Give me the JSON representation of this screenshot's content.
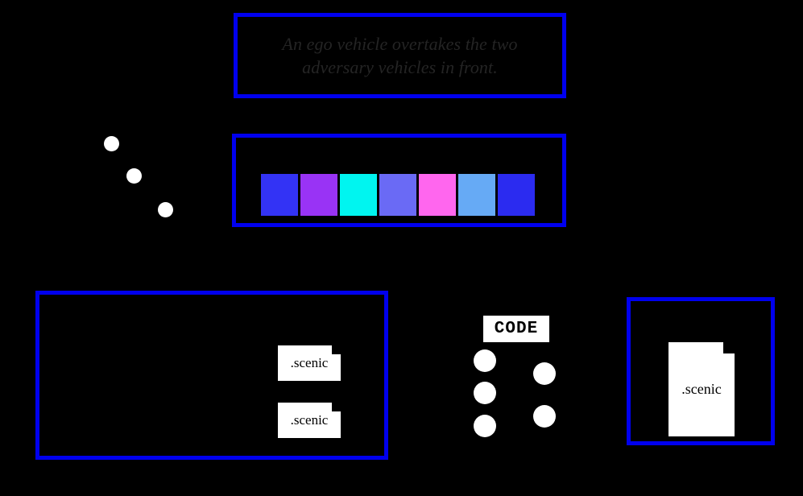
{
  "diagram": {
    "background_color": "#000000",
    "accent_color": "#0000ee",
    "prompt_panel": {
      "name": "natural-language-prompt",
      "text_color": "#242424",
      "lines": [
        "An ego vehicle overtakes the two",
        "adversary vehicles in front."
      ]
    },
    "tokens_panel": {
      "name": "token-embedding-strip",
      "tokens": [
        {
          "index": 1,
          "color": "#3333f5"
        },
        {
          "index": 2,
          "color": "#9933f5"
        },
        {
          "index": 3,
          "color": "#00f5f0"
        },
        {
          "index": 4,
          "color": "#6a6af5"
        },
        {
          "index": 5,
          "color": "#ff66ee"
        },
        {
          "index": 6,
          "color": "#66aaf5"
        },
        {
          "index": 7,
          "color": "#2b2bf0"
        }
      ]
    },
    "ellipsis_trail": {
      "name": "ellipsis-dot-trail",
      "dot_color": "#ffffff",
      "dot_count": 3
    },
    "scenarios_panel": {
      "name": "scenario-library",
      "documents": [
        {
          "label": ".scenic"
        },
        {
          "label": ".scenic"
        }
      ]
    },
    "code_cluster": {
      "name": "code-generator",
      "badge_label": "CODE",
      "badge_background": "#ffffff",
      "badge_text_color": "#000000",
      "dot_color": "#ffffff",
      "left_column_dots": 3,
      "right_column_dots": 2
    },
    "output_panel": {
      "name": "generated-scenario-output",
      "document": {
        "label": ".scenic"
      }
    }
  }
}
